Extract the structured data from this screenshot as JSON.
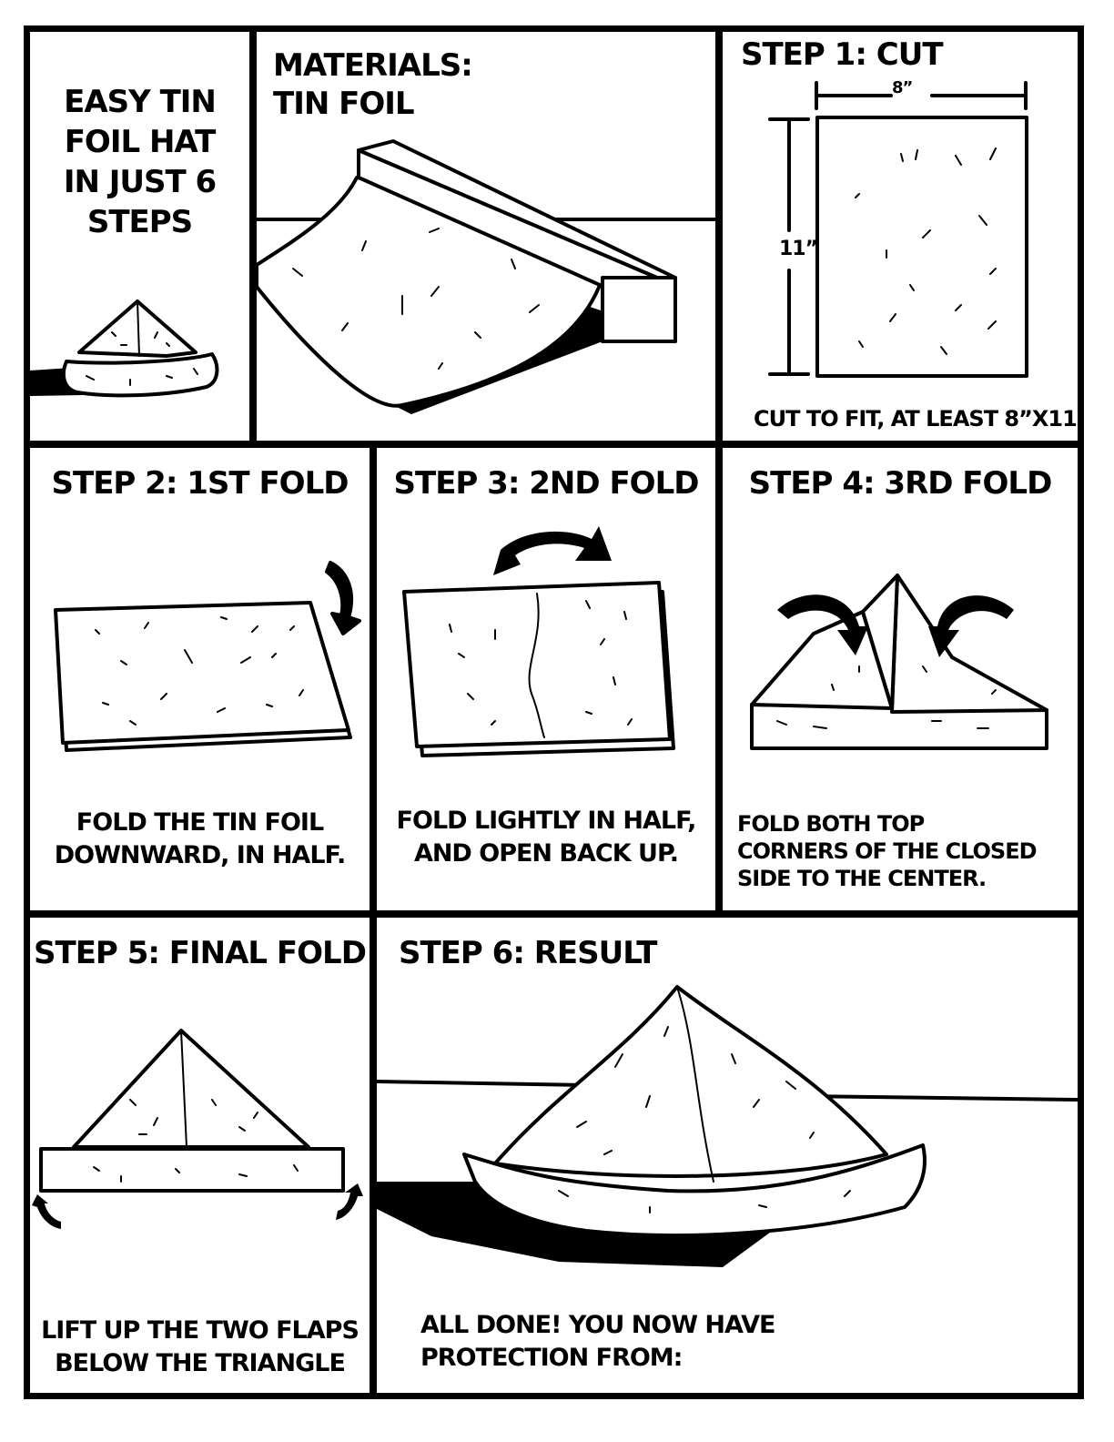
{
  "panels": {
    "intro": {
      "line1": "EASY TIN",
      "line2": "FOIL HAT",
      "line3": "IN JUST 6",
      "line4": "STEPS"
    },
    "materials": {
      "title_line1": "MATERIALS:",
      "title_line2": "TIN FOIL"
    },
    "step1": {
      "title": "STEP 1: CUT",
      "width_label": "8”",
      "height_label": "11”",
      "caption": "CUT TO FIT, AT LEAST 8”X11”"
    },
    "step2": {
      "title": "STEP 2: 1ST FOLD",
      "caption_line1": "FOLD THE TIN FOIL",
      "caption_line2": "DOWNWARD, IN HALF."
    },
    "step3": {
      "title": "STEP 3: 2ND FOLD",
      "caption_line1": "FOLD LIGHTLY IN HALF,",
      "caption_line2": "AND OPEN BACK UP."
    },
    "step4": {
      "title": "STEP 4: 3RD FOLD",
      "caption_line1": "FOLD BOTH TOP",
      "caption_line2": "CORNERS OF THE CLOSED",
      "caption_line3": "SIDE TO THE CENTER."
    },
    "step5": {
      "title": "STEP 5: FINAL FOLD",
      "caption_line1": "LIFT UP THE TWO FLAPS",
      "caption_line2": "BELOW THE TRIANGLE"
    },
    "step6": {
      "title": "STEP 6: RESULT",
      "caption_line1": "ALL DONE! YOU NOW HAVE",
      "caption_line2": "PROTECTION FROM:"
    }
  },
  "colors": {
    "ink": "#000000",
    "paper": "#ffffff"
  }
}
